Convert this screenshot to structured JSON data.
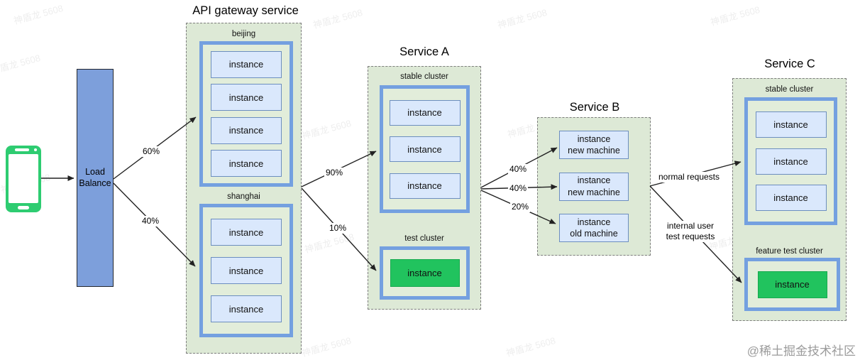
{
  "page": {
    "watermark": "神盾龙 5608",
    "credit": "@稀土掘金技术社区"
  },
  "colors": {
    "container_fill": "#dde9d6",
    "container_border": "#7d7d7d",
    "cluster_border": "#74a0e0",
    "instance_fill": "#dae8fc",
    "instance_border": "#6c8ebf",
    "green_instance": "#21c35e",
    "load_balancer_fill": "#7d9fdb",
    "phone_green": "#2ecc71",
    "arrow": "#222222"
  },
  "client": {
    "icon": "smartphone-icon"
  },
  "load_balancer": {
    "label": "Load Balance"
  },
  "api_gateway": {
    "title": "API gateway service",
    "clusters": [
      {
        "name": "beijing",
        "instances": [
          "instance",
          "instance",
          "instance",
          "instance"
        ]
      },
      {
        "name": "shanghai",
        "instances": [
          "instance",
          "instance",
          "instance"
        ]
      }
    ]
  },
  "service_a": {
    "title": "Service A",
    "stable_cluster": {
      "name": "stable cluster",
      "instances": [
        "instance",
        "instance",
        "instance"
      ]
    },
    "test_cluster": {
      "name": "test cluster",
      "instances": [
        "instance"
      ]
    }
  },
  "service_b": {
    "title": "Service B",
    "instances": [
      {
        "line1": "instance",
        "line2": "new machine"
      },
      {
        "line1": "instance",
        "line2": "new machine"
      },
      {
        "line1": "instance",
        "line2": "old machine"
      }
    ]
  },
  "service_c": {
    "title": "Service C",
    "stable_cluster": {
      "name": "stable cluster",
      "instances": [
        "instance",
        "instance",
        "instance"
      ]
    },
    "feature_test_cluster": {
      "name": "feature test cluster",
      "instances": [
        "instance"
      ]
    }
  },
  "edges": {
    "lb_to_beijing": {
      "label": "60%"
    },
    "lb_to_shanghai": {
      "label": "40%"
    },
    "gw_to_stable": {
      "label": "90%"
    },
    "gw_to_test": {
      "label": "10%"
    },
    "a_to_new1": {
      "label": "40%"
    },
    "a_to_new2": {
      "label": "40%"
    },
    "a_to_old": {
      "label": "20%"
    },
    "b_to_c_stable": {
      "label": "normal requests"
    },
    "b_to_c_test": {
      "line1": "internal user",
      "line2": "test requests"
    }
  }
}
